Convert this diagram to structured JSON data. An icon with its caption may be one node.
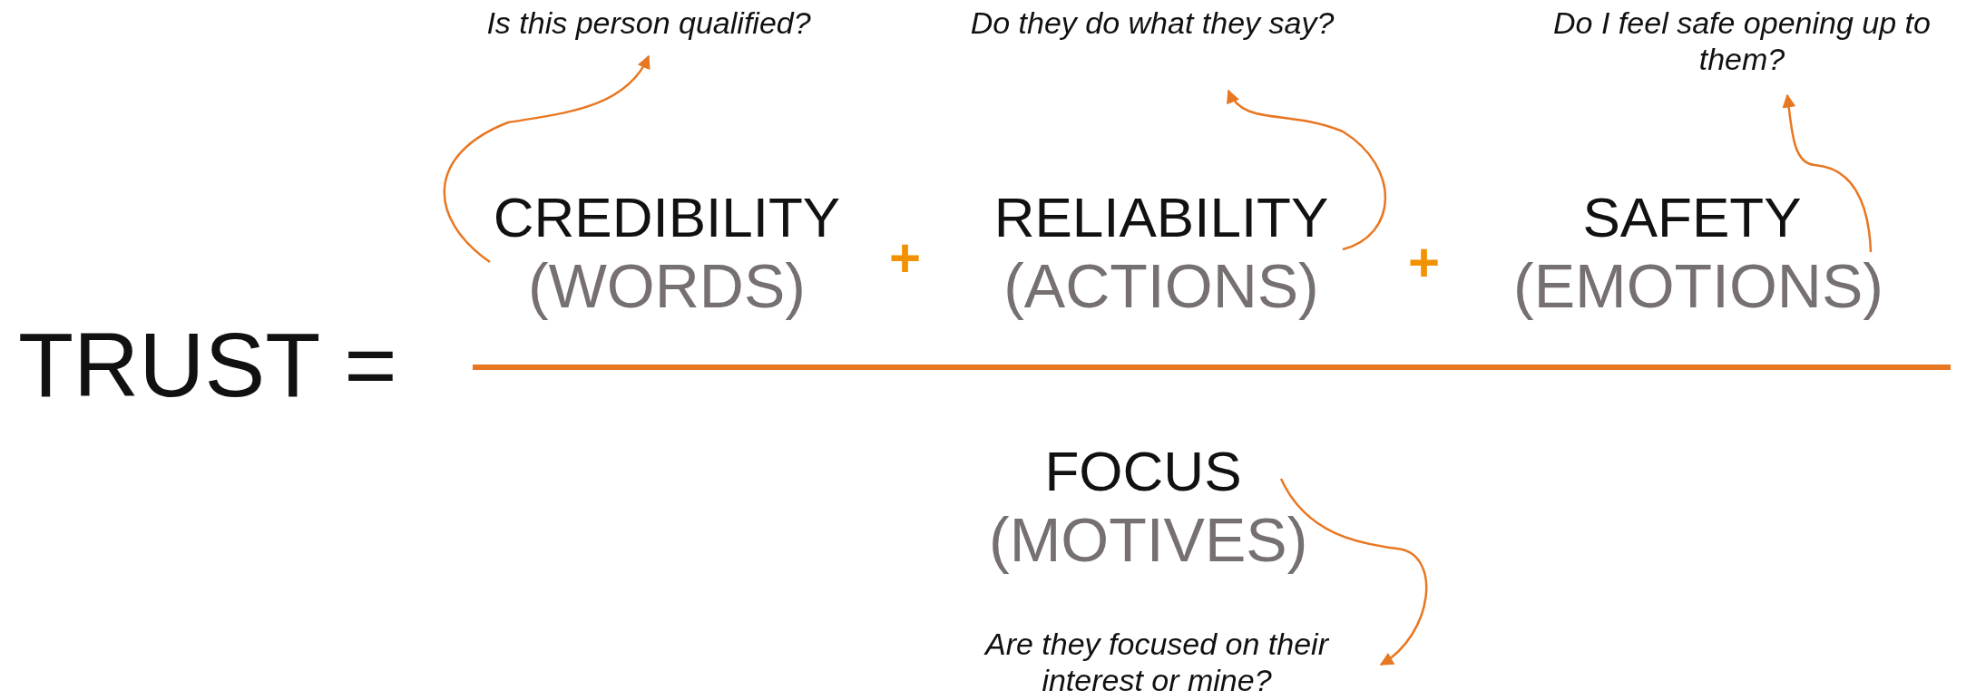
{
  "diagram": {
    "nodes": [
      {
        "text": [
          "Is this person qualified?"
        ]
      },
      {
        "text": [
          "Do they do what they say?"
        ]
      },
      {
        "text": [
          "Do I feel safe opening up to them?"
        ]
      },
      {
        "text": [
          "CREDIBILITY",
          "(WORDS)"
        ]
      },
      {
        "text": [
          "RELIABILITY",
          "(ACTIONS)"
        ]
      },
      {
        "text": [
          "SAFETY",
          "(EMOTIONS)"
        ]
      },
      {
        "text": [
          "FOCUS",
          "(MOTIVES)"
        ]
      },
      {
        "text": [
          "Are they focused on their interest or mine?"
        ]
      }
    ],
    "edges": [
      {
        "from": 3,
        "to": 0,
        "arrow": "to"
      },
      {
        "from": 4,
        "to": 1,
        "arrow": "to"
      },
      {
        "from": 5,
        "to": 2,
        "arrow": "to"
      },
      {
        "from": 6,
        "to": 7,
        "arrow": "to"
      }
    ],
    "labels": [
      "TRUST =",
      "+",
      "+"
    ]
  }
}
